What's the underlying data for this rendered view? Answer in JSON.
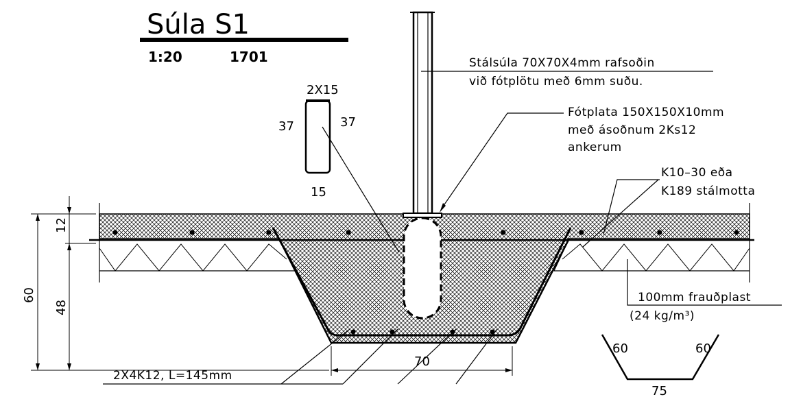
{
  "title": "Súla  S1",
  "scale": "1:20",
  "drawing_number": "1701",
  "stirrup": {
    "top": "2X15",
    "left": "37",
    "right": "37",
    "bottom": "15"
  },
  "notes": {
    "column_line1": "Stálsúla  70X70X4mm  rafsoðin",
    "column_line2": "við  fótplötu  með  6mm  suðu.",
    "plate_line1": "Fótplata  150X150X10mm",
    "plate_line2": "með  ásoðnum  2Ks12",
    "plate_line3": "ankerum",
    "mesh_line1": "K10–30  eða",
    "mesh_line2": "K189  stálmotta",
    "insulation_line1": "100mm  frauðplast",
    "insulation_line2": "(24  kg/m³)",
    "rebar": "2X4K12,  L=145mm"
  },
  "dimensions": {
    "slab": "12",
    "insulation": "48",
    "total": "60",
    "beam_bottom": "70"
  },
  "bar_shape": {
    "left": "60",
    "right": "60",
    "bottom": "75"
  }
}
